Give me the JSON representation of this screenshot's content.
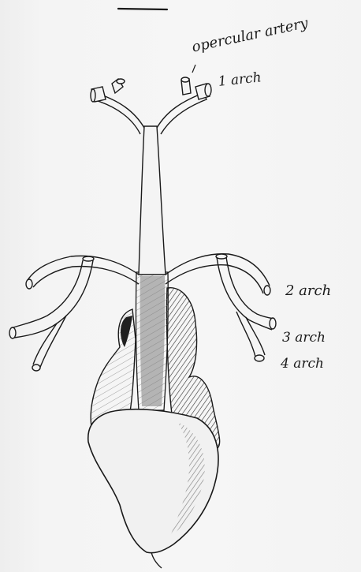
{
  "labels": {
    "opercular_artery": "opercular artery",
    "arch_1": "1 arch",
    "arch_2": "2 arch",
    "arch_3": "3 arch",
    "arch_4": "4 arch"
  },
  "colors": {
    "ink": "#1a1a1a",
    "paper": "#f5f5f5",
    "shading": "#4a4a4a"
  }
}
